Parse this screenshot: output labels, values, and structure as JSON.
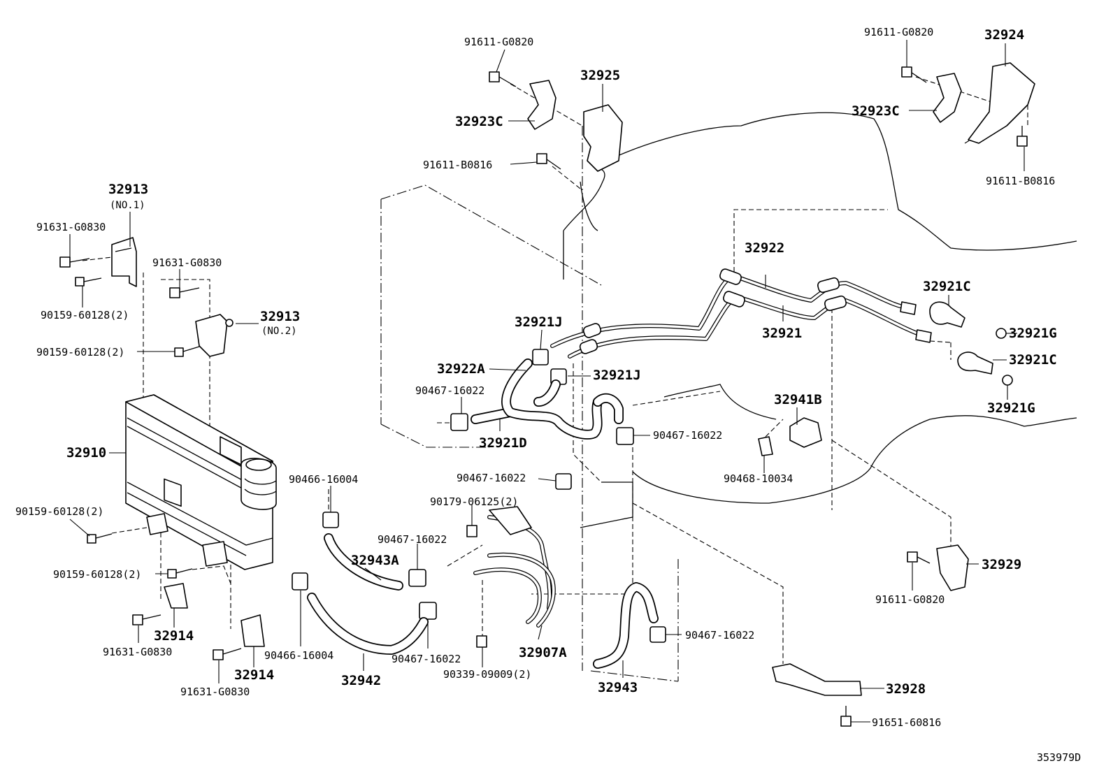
{
  "diagram": {
    "figure_code": "353979D",
    "parts": {
      "p32910": "32910",
      "p32913_a": "32913",
      "p32913_a_note": "(NO.1)",
      "p32913_b": "32913",
      "p32913_b_note": "(NO.2)",
      "p32914_a": "32914",
      "p32914_b": "32914",
      "p32921": "32921",
      "p32921C_a": "32921C",
      "p32921C_b": "32921C",
      "p32921D": "32921D",
      "p32921G_a": "32921G",
      "p32921G_b": "32921G",
      "p32921J_a": "32921J",
      "p32921J_b": "32921J",
      "p32922": "32922",
      "p32922A": "32922A",
      "p32923C_a": "32923C",
      "p32923C_b": "32923C",
      "p32924": "32924",
      "p32925": "32925",
      "p32928": "32928",
      "p32929": "32929",
      "p32907A": "32907A",
      "p32941B": "32941B",
      "p32942": "32942",
      "p32943": "32943",
      "p32943A": "32943A"
    },
    "fasteners": {
      "f91611G0820_a": "91611-G0820",
      "f91611G0820_b": "91611-G0820",
      "f91611G0820_c": "91611-G0820",
      "f91611B0816_a": "91611-B0816",
      "f91611B0816_b": "91611-B0816",
      "f91631G0830_a": "91631-G0830",
      "f91631G0830_b": "91631-G0830",
      "f91631G0830_c": "91631-G0830",
      "f91631G0830_d": "91631-G0830",
      "f90159_a": "90159-60128(2)",
      "f90159_b": "90159-60128(2)",
      "f90159_c": "90159-60128(2)",
      "f90159_d": "90159-60128(2)",
      "f90467_a": "90467-16022",
      "f90467_b": "90467-16022",
      "f90467_c": "90467-16022",
      "f90467_d": "90467-16022",
      "f90467_e": "90467-16022",
      "f90467_f": "90467-16022",
      "f90466_a": "90466-16004",
      "f90466_b": "90466-16004",
      "f90468": "90468-10034",
      "f90179": "90179-06125(2)",
      "f90339": "90339-09009(2)",
      "f91651": "91651-60816"
    }
  }
}
